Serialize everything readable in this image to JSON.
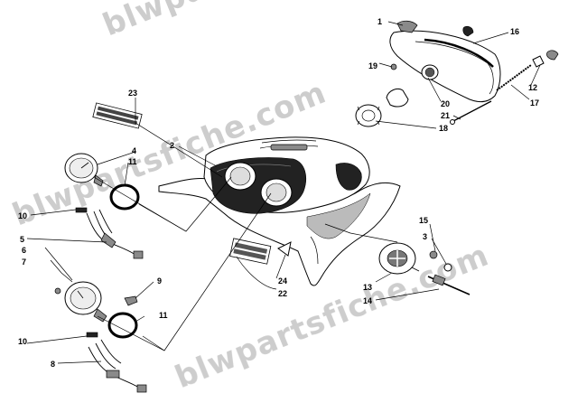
{
  "watermark": {
    "text1": "blwpartsfiche.com",
    "text2": "blwpartsfiche.com",
    "text3": "blwpartsfiche.com"
  },
  "callouts": {
    "c1": "1",
    "c16": "16",
    "c19": "19",
    "c20": "20",
    "c21": "21",
    "c18": "18",
    "c12": "12",
    "c17": "17",
    "c23": "23",
    "c2": "2",
    "c4": "4",
    "c11a": "11",
    "c10a": "10",
    "c5": "5",
    "c6": "6",
    "c7": "7",
    "c9": "9",
    "c11b": "11",
    "c10b": "10",
    "c8": "8",
    "c15": "15",
    "c3": "3",
    "c13": "13",
    "c14": "14",
    "c24": "24",
    "c22": "22"
  }
}
